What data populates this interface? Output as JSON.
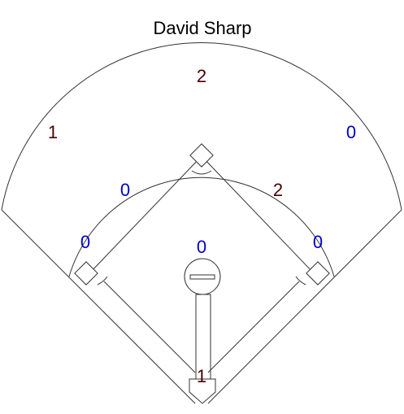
{
  "player_name": "David Sharp",
  "colors": {
    "count_dark": "#4a0000",
    "count_blue": "#0000cc",
    "lines": "#333333"
  },
  "zones": {
    "center_field": "2",
    "left_field": "1",
    "right_field": "0",
    "left_center_infield": "0",
    "right_center_infield": "2",
    "third_base_area": "0",
    "pitcher_area": "0",
    "first_base_area": "0",
    "home_plate_area": "1"
  }
}
